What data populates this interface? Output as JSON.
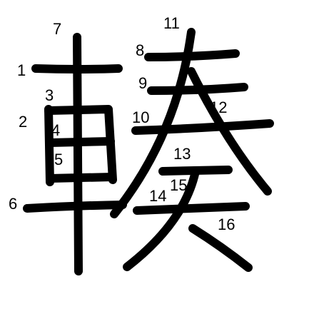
{
  "stroke_color": "#000000",
  "background_color": "#ffffff",
  "stroke_numbers": {
    "n1": "1",
    "n2": "2",
    "n3": "3",
    "n4": "4",
    "n5": "5",
    "n6": "6",
    "n7": "7",
    "n8": "8",
    "n9": "9",
    "n10": "10",
    "n11": "11",
    "n12": "12",
    "n13": "13",
    "n14": "14",
    "n15": "15",
    "n16": "16"
  }
}
